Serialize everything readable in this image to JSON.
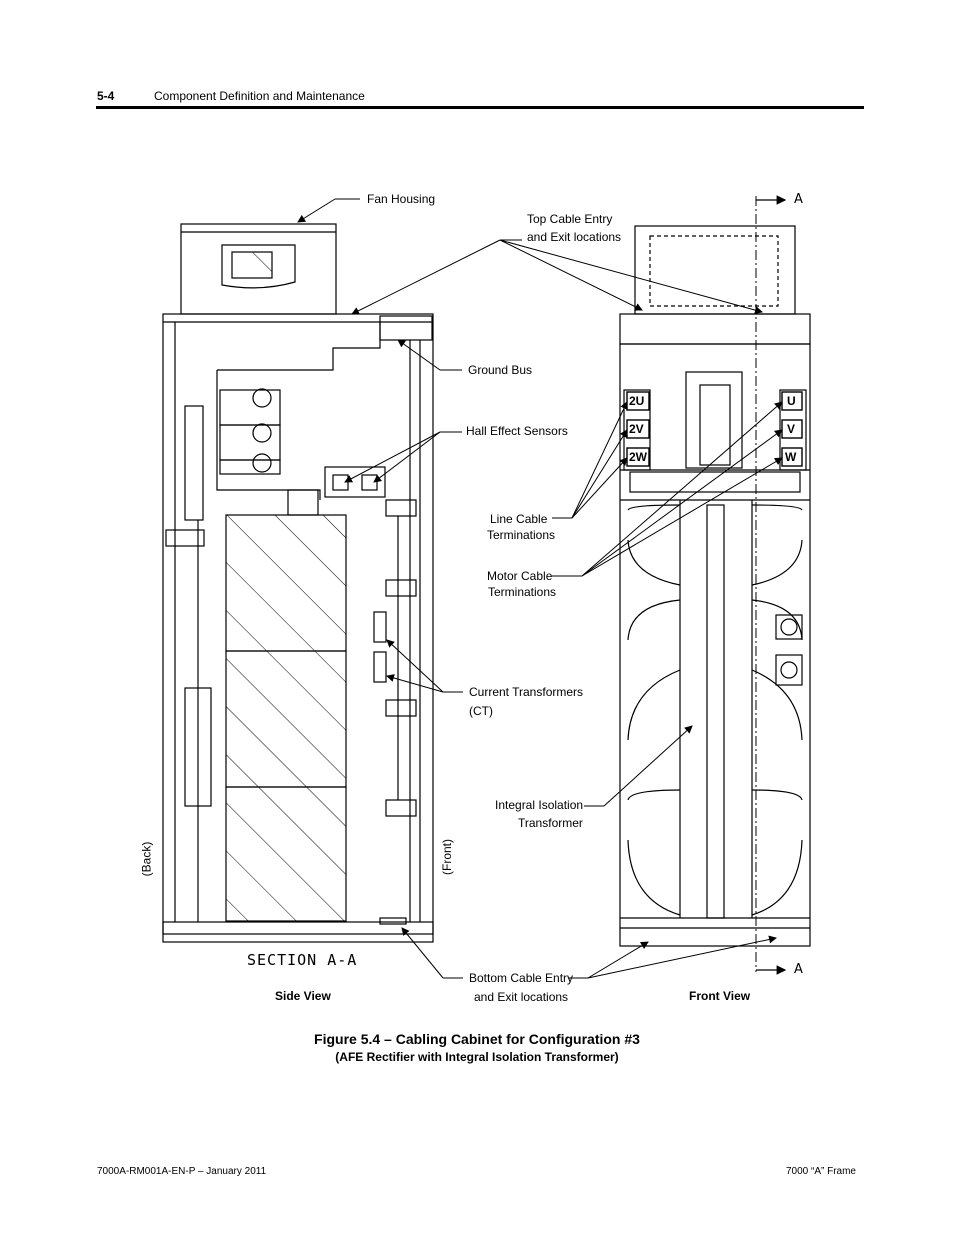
{
  "header": {
    "page_number": "5-4",
    "section_title": "Component Definition and Maintenance"
  },
  "figure": {
    "labels": {
      "fan_housing": "Fan Housing",
      "top_cable_entry_1": "Top Cable Entry",
      "top_cable_entry_2": "and Exit locations",
      "ground_bus": "Ground Bus",
      "hall_effect_sensors": "Hall Effect Sensors",
      "line_cable_1": "Line  Cable",
      "line_cable_2": "Terminations",
      "motor_cable_1": "Motor Cable",
      "motor_cable_2": "Terminations",
      "current_transformers_1": "Current Transformers",
      "current_transformers_2": "(CT)",
      "isolation_transformer_1": "Integral Isolation",
      "isolation_transformer_2": "Transformer",
      "bottom_cable_entry_1": "Bottom Cable Entry",
      "bottom_cable_entry_2": "and Exit locations",
      "back": "(Back)",
      "front": "(Front)",
      "section": "SECTION  A-A",
      "section_marker_top": "A",
      "section_marker_bottom": "A"
    },
    "terminals": {
      "line": [
        "2U",
        "2V",
        "2W"
      ],
      "motor": [
        "U",
        "V",
        "W"
      ]
    },
    "views": {
      "side": "Side View",
      "front": "Front View"
    },
    "caption_title": "Figure 5.4 – Cabling Cabinet for Configuration #3",
    "caption_subtitle": "(AFE Rectifier with Integral Isolation Transformer)"
  },
  "footer": {
    "left": "7000A-RM001A-EN-P –  January 2011",
    "right": "7000 “A” Frame"
  }
}
